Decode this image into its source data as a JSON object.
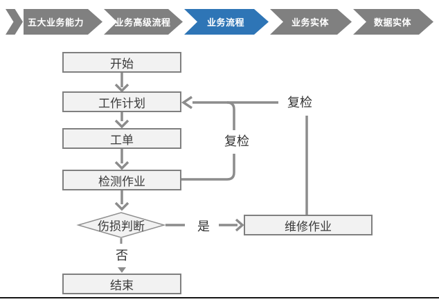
{
  "nav": {
    "tabs": [
      {
        "label": "五大业务能力",
        "active": false
      },
      {
        "label": "业务高级流程",
        "active": false
      },
      {
        "label": "业务流程",
        "active": true
      },
      {
        "label": "业务实体",
        "active": false
      },
      {
        "label": "数据实体",
        "active": false
      }
    ]
  },
  "colors": {
    "tab_gray": "#808080",
    "tab_active_blue": "#2e75b6",
    "line_gray": "#8c8c8c",
    "node_fill": "#f2f2f2",
    "node_border": "#7f7f7f"
  },
  "flow": {
    "nodes": {
      "start": "开始",
      "plan": "工作计划",
      "order": "工单",
      "inspect": "检测作业",
      "decision": "伤损判断",
      "repair": "维修作业",
      "end": "结束"
    },
    "edge_labels": {
      "yes": "是",
      "no": "否",
      "recheck_inner": "复检",
      "recheck_outer": "复检"
    }
  }
}
